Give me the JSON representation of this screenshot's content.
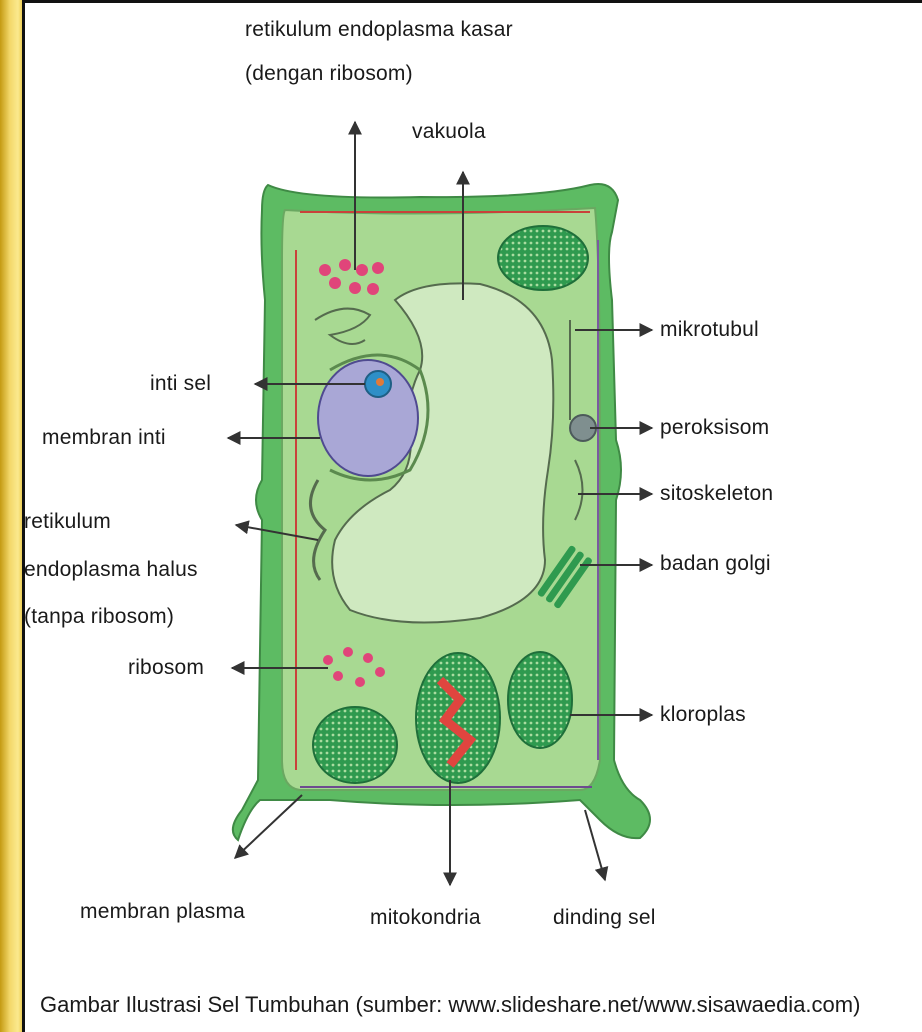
{
  "labels": {
    "rer": [
      "retikulum endoplasma kasar",
      "(dengan ribosom)"
    ],
    "vakuola": "vakuola",
    "mikrotubul": "mikrotubul",
    "inti_sel": "inti sel",
    "peroksisom": "peroksisom",
    "membran_inti": "membran inti",
    "sitoskeleton": "sitoskeleton",
    "ser": [
      "retikulum",
      "endoplasma halus",
      "(tanpa ribosom)"
    ],
    "badan_golgi": "badan golgi",
    "ribosom": "ribosom",
    "kloroplas": "kloroplas",
    "membran_plasma": "membran plasma",
    "mitokondria": "mitokondria",
    "dinding_sel": "dinding sel"
  },
  "caption": "Gambar Ilustrasi Sel Tumbuhan (sumber: www.slideshare.net/www.sisawaedia.com)",
  "colors": {
    "cell_wall": "#5dbb63",
    "cytoplasm": "#a8d992",
    "vacuole": "#cfe9c0",
    "nucleus": "#a9a7d6",
    "nucleolus": "#2e8fc7",
    "mitochondria": "#e0453f",
    "chloroplast": "#2f9a4f",
    "ribosome": "#e0457a",
    "peroxisome": "#7f8f8f"
  }
}
